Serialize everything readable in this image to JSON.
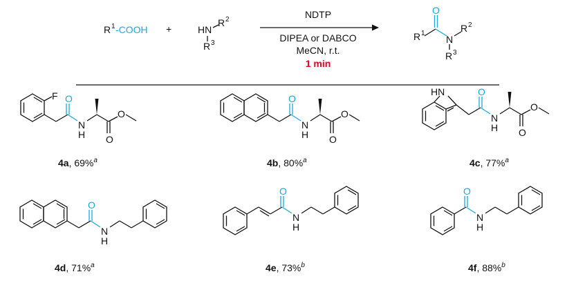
{
  "scheme": {
    "reactants": {
      "acid": {
        "r_label": "R",
        "r_sup": "1",
        "suffix": "-COOH"
      },
      "plus": "+",
      "amine": {
        "hn": "HN",
        "r2": "R",
        "r2_sup": "2",
        "r3": "R",
        "r3_sup": "3"
      }
    },
    "conditions": {
      "reagent": "NDTP",
      "base": "DIPEA or DABCO",
      "solvent_temp": "MeCN, r.t.",
      "time": "1 min"
    },
    "product": {
      "o": "O",
      "n": "N",
      "r1": "R",
      "r1_sup": "1",
      "r2": "R",
      "r2_sup": "2",
      "r3": "R",
      "r3_sup": "3"
    }
  },
  "compounds": [
    {
      "id": "4a",
      "yield": ", 69%",
      "note": "a",
      "atoms": {
        "f": "F",
        "o1": "O",
        "o2": "O",
        "o3": "O",
        "nh": "N",
        "h": "H"
      }
    },
    {
      "id": "4b",
      "yield": ", 80%",
      "note": "a",
      "atoms": {
        "o1": "O",
        "o2": "O",
        "o3": "O",
        "nh": "N",
        "h": "H"
      }
    },
    {
      "id": "4c",
      "yield": ", 77%",
      "note": "a",
      "atoms": {
        "hn": "HN",
        "o1": "O",
        "o2": "O",
        "o3": "O",
        "nh": "N",
        "h": "H"
      }
    },
    {
      "id": "4d",
      "yield": ", 71%",
      "note": "a",
      "atoms": {
        "o1": "O",
        "nh": "N",
        "h": "H"
      }
    },
    {
      "id": "4e",
      "yield": ", 73%",
      "note": "b",
      "atoms": {
        "o1": "O",
        "nh": "N",
        "h": "H"
      }
    },
    {
      "id": "4f",
      "yield": ", 88%",
      "note": "b",
      "atoms": {
        "o1": "O",
        "nh": "N",
        "h": "H"
      }
    }
  ],
  "colors": {
    "highlight_blue": "#1aa7e0",
    "highlight_red": "#e5001c",
    "ink": "#111111"
  }
}
